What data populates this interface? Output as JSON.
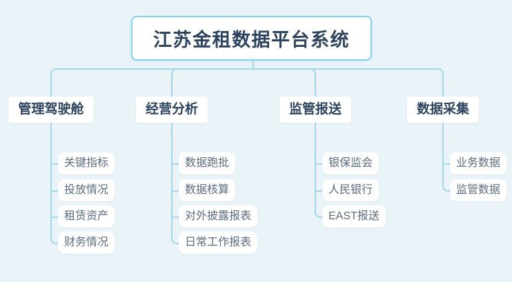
{
  "title": "江苏金租数据平台系统",
  "branches": [
    {
      "label": "管理驾驶舱",
      "children": [
        "关键指标",
        "投放情况",
        "租赁资产",
        "财务情况"
      ]
    },
    {
      "label": "经营分析",
      "children": [
        "数据跑批",
        "数据核算",
        "对外披露报表",
        "日常工作报表"
      ]
    },
    {
      "label": "监管报送",
      "children": [
        "银保监会",
        "人民银行",
        "EAST报送"
      ]
    },
    {
      "label": "数据采集",
      "children": [
        "业务数据",
        "监管数据"
      ]
    }
  ],
  "colors": {
    "background": "#eaf3f7",
    "connector_line": "#a0d7e9",
    "root_border": "#7fd4f1",
    "node_background": "#ffffff",
    "heading_text": "#2d4460",
    "leaf_text": "#5b6c80"
  }
}
